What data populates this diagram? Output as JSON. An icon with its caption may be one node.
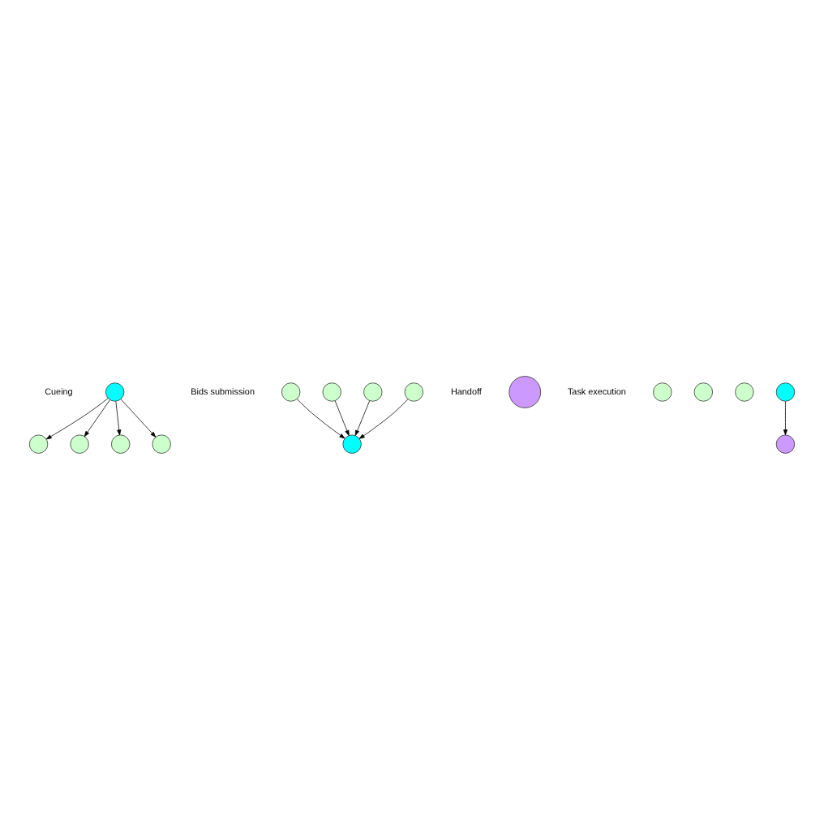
{
  "diagram": {
    "nodes": [
      {
        "text": [],
        "shape": "circle"
      },
      {
        "text": [],
        "shape": "circle"
      },
      {
        "text": [],
        "shape": "circle"
      },
      {
        "text": [],
        "shape": "circle"
      },
      {
        "text": [],
        "shape": "circle"
      },
      {
        "text": [],
        "shape": "circle"
      },
      {
        "text": [],
        "shape": "circle"
      },
      {
        "text": [],
        "shape": "circle"
      },
      {
        "text": [],
        "shape": "circle"
      },
      {
        "text": [],
        "shape": "circle"
      },
      {
        "text": [],
        "shape": "circle"
      },
      {
        "text": [],
        "shape": "circle"
      },
      {
        "text": [],
        "shape": "circle"
      },
      {
        "text": [],
        "shape": "circle"
      },
      {
        "text": [],
        "shape": "circle"
      },
      {
        "text": [],
        "shape": "circle"
      }
    ],
    "edges": [
      {
        "from": 0,
        "to": 1,
        "arrow": "to"
      },
      {
        "from": 0,
        "to": 2,
        "arrow": "to"
      },
      {
        "from": 0,
        "to": 3,
        "arrow": "to"
      },
      {
        "from": 0,
        "to": 4,
        "arrow": "to"
      },
      {
        "from": 6,
        "to": 5,
        "arrow": "to"
      },
      {
        "from": 7,
        "to": 5,
        "arrow": "to"
      },
      {
        "from": 8,
        "to": 5,
        "arrow": "to"
      },
      {
        "from": 9,
        "to": 5,
        "arrow": "to"
      },
      {
        "from": 11,
        "to": 15,
        "arrow": "to"
      }
    ],
    "labels": [
      "Cueing",
      "Bids submission",
      "Handoff",
      "Task execution"
    ]
  }
}
